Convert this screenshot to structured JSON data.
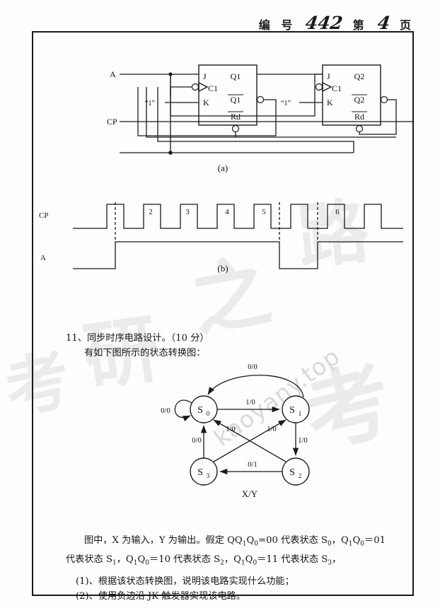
{
  "header": {
    "label_number": "编 号",
    "number_value": "442",
    "label_page": "第",
    "page_value": "4",
    "label_page_unit": "页"
  },
  "watermark": {
    "url": "kaoyany.top",
    "cjk_1": "考",
    "cjk_2": "研",
    "cjk_3": "之",
    "cjk_4": "路",
    "cjk_5": "考"
  },
  "circuit": {
    "caption": "(a)",
    "input_a": "A",
    "input_cp": "CP",
    "const_one_left": "“1”",
    "const_one_right": "“1”",
    "ff1": {
      "j": "J",
      "c1": "C1",
      "k": "K",
      "q": "Q1",
      "qbar": "Q1",
      "rd": "Rd"
    },
    "ff2": {
      "j": "J",
      "c1": "C1",
      "k": "K",
      "q": "Q2",
      "qbar": "Q2",
      "rd": "Rd"
    }
  },
  "waveform": {
    "caption": "(b)",
    "signal_cp": "CP",
    "signal_a": "A",
    "pulse_labels": [
      "2",
      "3",
      "4",
      "5",
      "6"
    ]
  },
  "question": {
    "line1": "11、同步时序电路设计。（10 分）",
    "line2": "有如下图所示的状态转换图："
  },
  "state_diagram": {
    "axis_label": "X/Y",
    "nodes": [
      {
        "id": "S0",
        "base": "S",
        "sub": "0"
      },
      {
        "id": "S1",
        "base": "S",
        "sub": "1"
      },
      {
        "id": "S2",
        "base": "S",
        "sub": "2"
      },
      {
        "id": "S3",
        "base": "S",
        "sub": "3"
      }
    ],
    "edges": [
      {
        "from": "S0",
        "to": "S0",
        "label": "0/0"
      },
      {
        "from": "S0",
        "to": "S1",
        "label": "1/0"
      },
      {
        "from": "S1",
        "to": "S0",
        "label": "0/0"
      },
      {
        "from": "S1",
        "to": "S2",
        "label": "1/0"
      },
      {
        "from": "S2",
        "to": "S3",
        "label": "0/1"
      },
      {
        "from": "S2",
        "to": "S0",
        "label": "1/0"
      },
      {
        "from": "S3",
        "to": "S0",
        "label": "0/0"
      },
      {
        "from": "S3",
        "to": "S1",
        "label": "1/0"
      }
    ]
  },
  "explanation": {
    "para_a": "图中，X 为输入，Y 为输出。假定 Q",
    "para_b": "=00 代表状态 S",
    "para_c": "，",
    "enc": {
      "q1": "Q",
      "q1s": "1",
      "q0": "Q",
      "q0s": "0",
      "v00": "00",
      "v01": "01",
      "v10": "10",
      "v11": "11",
      "s0": "0",
      "s1": "1",
      "s2": "2",
      "s3": "3"
    },
    "line2_pre": "代表状态 S",
    "line2_mid": "，",
    "text_daibiao": "代表状态 S",
    "item1": "(1)、根据该状态转换图，说明该电路实现什么功能；",
    "item2": "(2)、使用负边沿 JK 触发器实现该电路。"
  }
}
